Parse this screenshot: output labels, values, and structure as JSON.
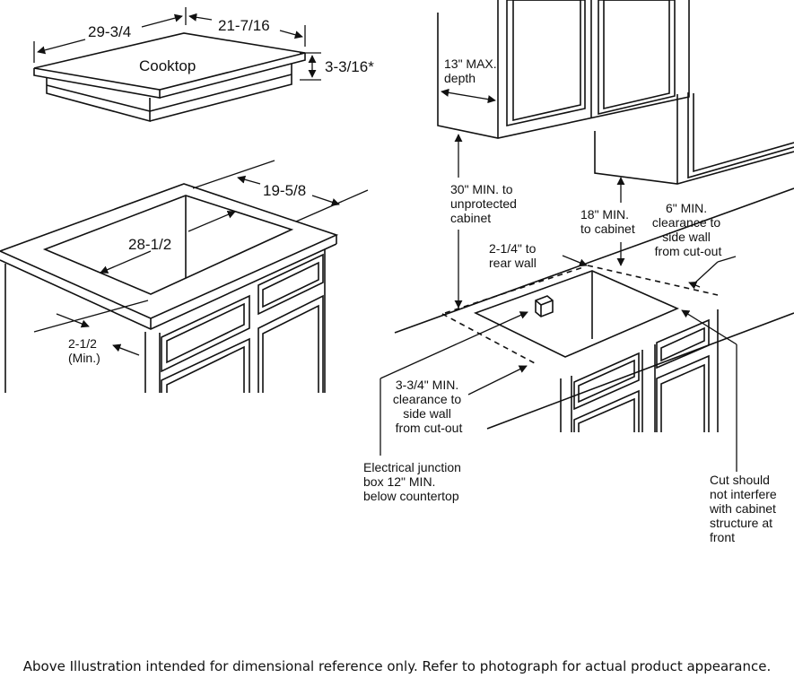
{
  "labels": {
    "cooktop": "Cooktop",
    "cooktop_width": "29-3/4",
    "cooktop_depth": "21-7/16",
    "cooktop_height": "3-3/16*",
    "cutout_depth": "19-5/8",
    "cutout_width": "28-1/2",
    "front_min": [
      "2-1/2",
      "(Min.)"
    ],
    "upper_max_depth": [
      "13\" MAX.",
      "depth"
    ],
    "unprotected_cabinet": [
      "30\" MIN. to",
      "unprotected",
      "cabinet"
    ],
    "to_cabinet": [
      "18\" MIN.",
      "to cabinet"
    ],
    "right_clearance": [
      "6\" MIN.",
      "clearance to",
      "side wall",
      "from cut-out"
    ],
    "rear_wall": [
      "2-1/4\" to",
      "rear wall"
    ],
    "left_clearance": [
      "3-3/4\" MIN.",
      "clearance to",
      "side wall",
      "from cut-out"
    ],
    "junction_box": [
      "Electrical junction",
      "box 12\" MIN.",
      "below countertop"
    ],
    "cut_note": [
      "Cut should",
      "not interfere",
      "with cabinet",
      "structure at",
      "front"
    ]
  },
  "footer": "Above Illustration intended for dimensional reference only. Refer to photograph for actual product appearance."
}
